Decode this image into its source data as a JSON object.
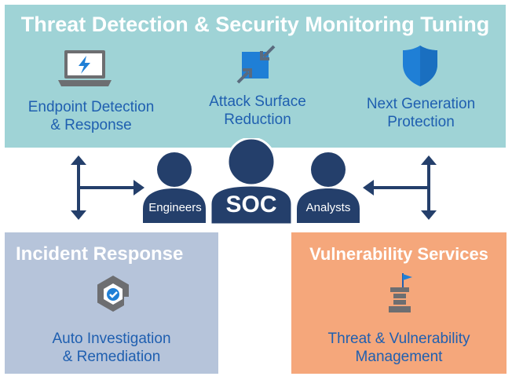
{
  "header": {
    "title": "Threat Detection & Security Monitoring Tuning"
  },
  "top_items": [
    {
      "line1": "Endpoint Detection",
      "line2": "& Response",
      "icon": "laptop-lightning-icon"
    },
    {
      "line1": "Attack Surface",
      "line2": "Reduction",
      "icon": "attack-surface-arrows-icon"
    },
    {
      "line1": "Next Generation",
      "line2": "Protection",
      "icon": "shield-icon"
    }
  ],
  "people": {
    "left": "Engineers",
    "center": "SOC",
    "right": "Analysts"
  },
  "incident_response": {
    "title": "Incident Response",
    "line1": "Auto Investigation",
    "line2": "& Remediation",
    "icon": "hexagon-check-icon"
  },
  "vulnerability": {
    "title": "Vulnerability Services",
    "line1": "Threat & Vulnerability",
    "line2": "Management",
    "icon": "castle-flag-icon"
  },
  "colors": {
    "top_panel": "#9fd3d6",
    "incident_panel": "#b6c4da",
    "vuln_panel": "#f5a77b",
    "navy": "#243f6b",
    "label_blue": "#1f5fb0"
  }
}
